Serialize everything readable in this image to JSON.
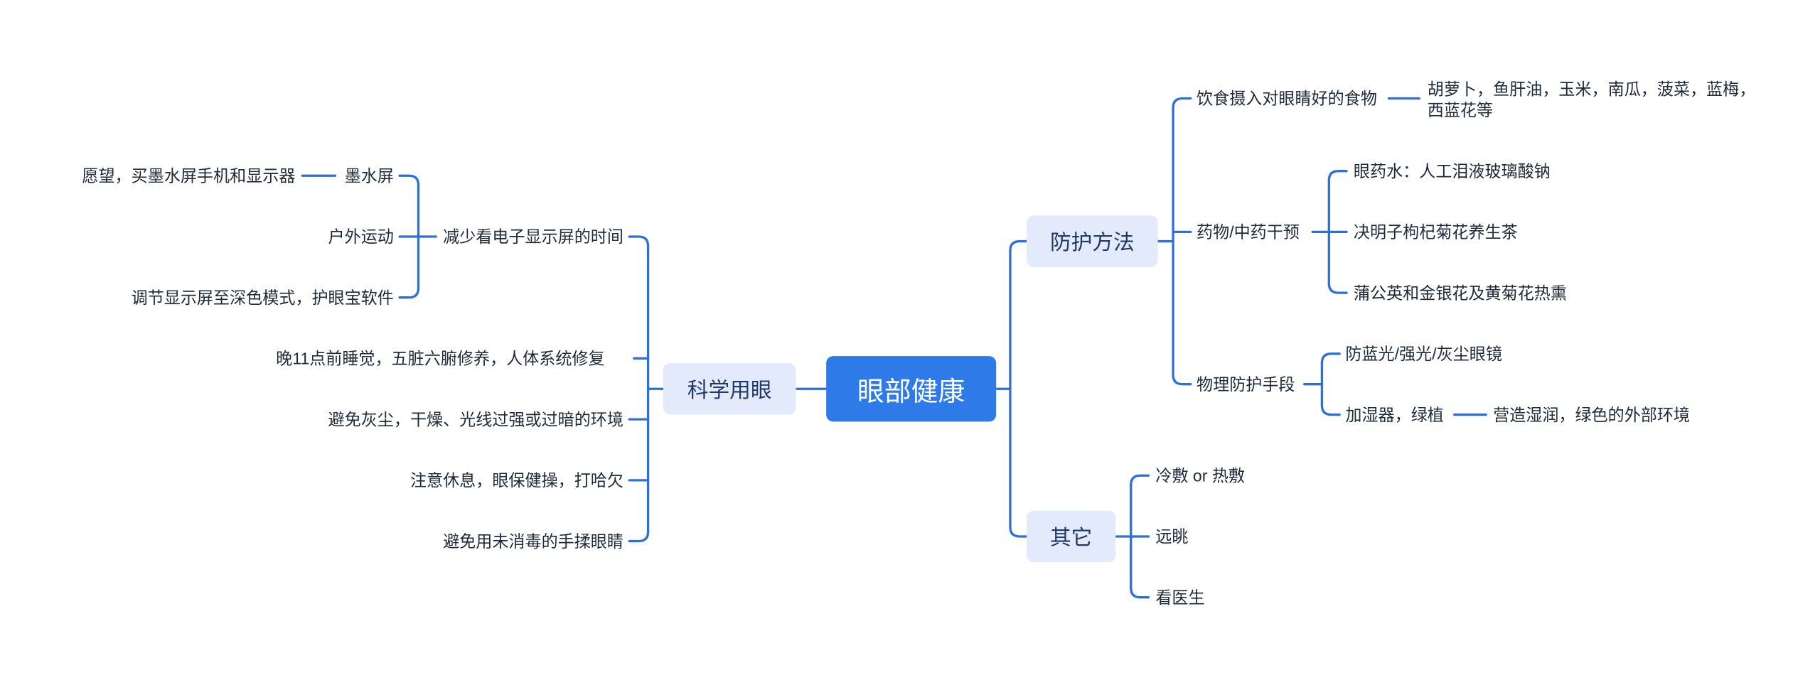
{
  "mindmap": {
    "root": "眼部健康",
    "left": {
      "branch": "科学用眼",
      "reduce_screen": {
        "label": "减少看电子显示屏的时间",
        "eink": {
          "label": "墨水屏",
          "detail": "愿望，买墨水屏手机和显示器"
        },
        "outdoor": "户外运动",
        "dark_mode": "调节显示屏至深色模式，护眼宝软件"
      },
      "sleep": "晚11点前睡觉，五脏六腑修养，人体系统修复",
      "avoid_env": "避免灰尘，干燥、光线过强或过暗的环境",
      "rest": "注意休息，眼保健操，打哈欠",
      "no_rub": "避免用未消毒的手揉眼睛"
    },
    "protect": {
      "branch": "防护方法",
      "diet": {
        "label": "饮食摄入对眼睛好的食物",
        "foods": "胡萝卜，鱼肝油，玉米，南瓜，菠菜，蓝梅，西蓝花等"
      },
      "medicine": {
        "label": "药物/中药干预",
        "drops": "眼药水：人工泪液玻璃酸钠",
        "tea": "决明子枸杞菊花养生茶",
        "steam": "蒲公英和金银花及黄菊花热熏"
      },
      "physical": {
        "label": "物理防护手段",
        "glasses": "防蓝光/强光/灰尘眼镜",
        "humidifier": {
          "label": "加湿器，绿植",
          "detail": "营造湿润，绿色的外部环境"
        }
      }
    },
    "other": {
      "branch": "其它",
      "compress": "冷敷 or 热敷",
      "far": "远眺",
      "doctor": "看医生"
    }
  }
}
